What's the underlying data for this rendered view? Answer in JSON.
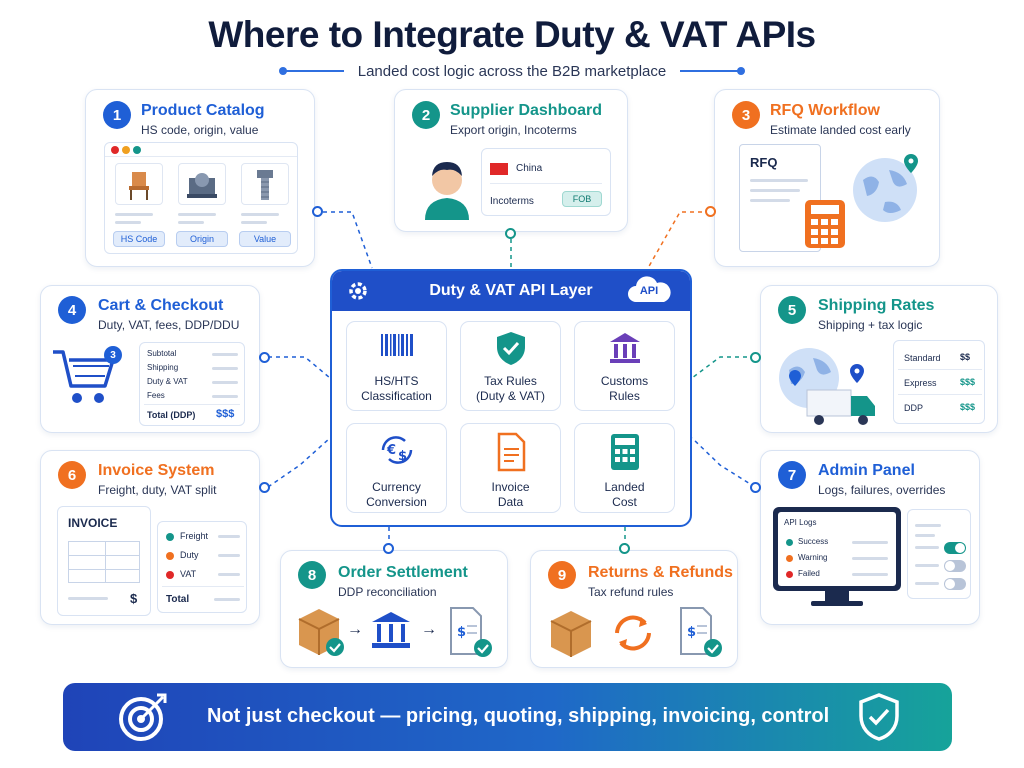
{
  "header": {
    "title": "Where to Integrate Duty & VAT APIs",
    "subtitle": "Landed cost logic across the B2B marketplace"
  },
  "center": {
    "title": "Duty & VAT API Layer",
    "badge": "API",
    "tiles": [
      {
        "line1": "HS/HTS",
        "line2": "Classification",
        "icon": "barcode-icon"
      },
      {
        "line1": "Tax Rules",
        "line2": "(Duty & VAT)",
        "icon": "shield-check-icon"
      },
      {
        "line1": "Customs",
        "line2": "Rules",
        "icon": "bank-icon"
      },
      {
        "line1": "Currency",
        "line2": "Conversion",
        "icon": "currency-exchange-icon"
      },
      {
        "line1": "Invoice",
        "line2": "Data",
        "icon": "document-icon"
      },
      {
        "line1": "Landed",
        "line2": "Cost",
        "icon": "calculator-icon"
      }
    ]
  },
  "cards": {
    "c1": {
      "num": "1",
      "title": "Product Catalog",
      "sub": "HS code, origin, value",
      "pills": [
        "HS Code",
        "Origin",
        "Value"
      ]
    },
    "c2": {
      "num": "2",
      "title": "Supplier Dashboard",
      "sub": "Export origin, Incoterms",
      "country": "China",
      "incoterms_label": "Incoterms",
      "incoterms_value": "FOB"
    },
    "c3": {
      "num": "3",
      "title": "RFQ Workflow",
      "sub": "Estimate landed cost early",
      "doc_label": "RFQ"
    },
    "c4": {
      "num": "4",
      "title": "Cart & Checkout",
      "sub": "Duty, VAT, fees, DDP/DDU",
      "cart_count": "3",
      "rows": [
        "Subtotal",
        "Shipping",
        "Duty & VAT",
        "Fees"
      ],
      "total_label": "Total (DDP)",
      "total_value": "$$$"
    },
    "c5": {
      "num": "5",
      "title": "Shipping Rates",
      "sub": "Shipping + tax logic",
      "rates": [
        {
          "label": "Standard",
          "value": "$$"
        },
        {
          "label": "Express",
          "value": "$$$"
        },
        {
          "label": "DDP",
          "value": "$$$"
        }
      ]
    },
    "c6": {
      "num": "6",
      "title": "Invoice System",
      "sub": "Freight, duty, VAT split",
      "invoice_label": "INVOICE",
      "invoice_currency": "$",
      "legend": [
        {
          "label": "Freight",
          "color": "#14958a"
        },
        {
          "label": "Duty",
          "color": "#f07020"
        },
        {
          "label": "VAT",
          "color": "#e02828"
        }
      ],
      "total_label": "Total"
    },
    "c7": {
      "num": "7",
      "title": "Admin Panel",
      "sub": "Logs, failures, overrides",
      "logs_title": "API Logs",
      "logs": [
        {
          "label": "Success",
          "color": "#14958a"
        },
        {
          "label": "Warning",
          "color": "#f07020"
        },
        {
          "label": "Failed",
          "color": "#e02828"
        }
      ]
    },
    "c8": {
      "num": "8",
      "title": "Order Settlement",
      "sub": "DDP reconciliation"
    },
    "c9": {
      "num": "9",
      "title": "Returns & Refunds",
      "sub": "Tax refund rules"
    }
  },
  "banner": {
    "text": "Not just checkout — pricing, quoting, shipping, invoicing, control"
  },
  "colors": {
    "blue": "#1f5fd6",
    "navy": "#1f4fc8",
    "teal": "#14958a",
    "orange": "#f07020",
    "red": "#e02828"
  }
}
